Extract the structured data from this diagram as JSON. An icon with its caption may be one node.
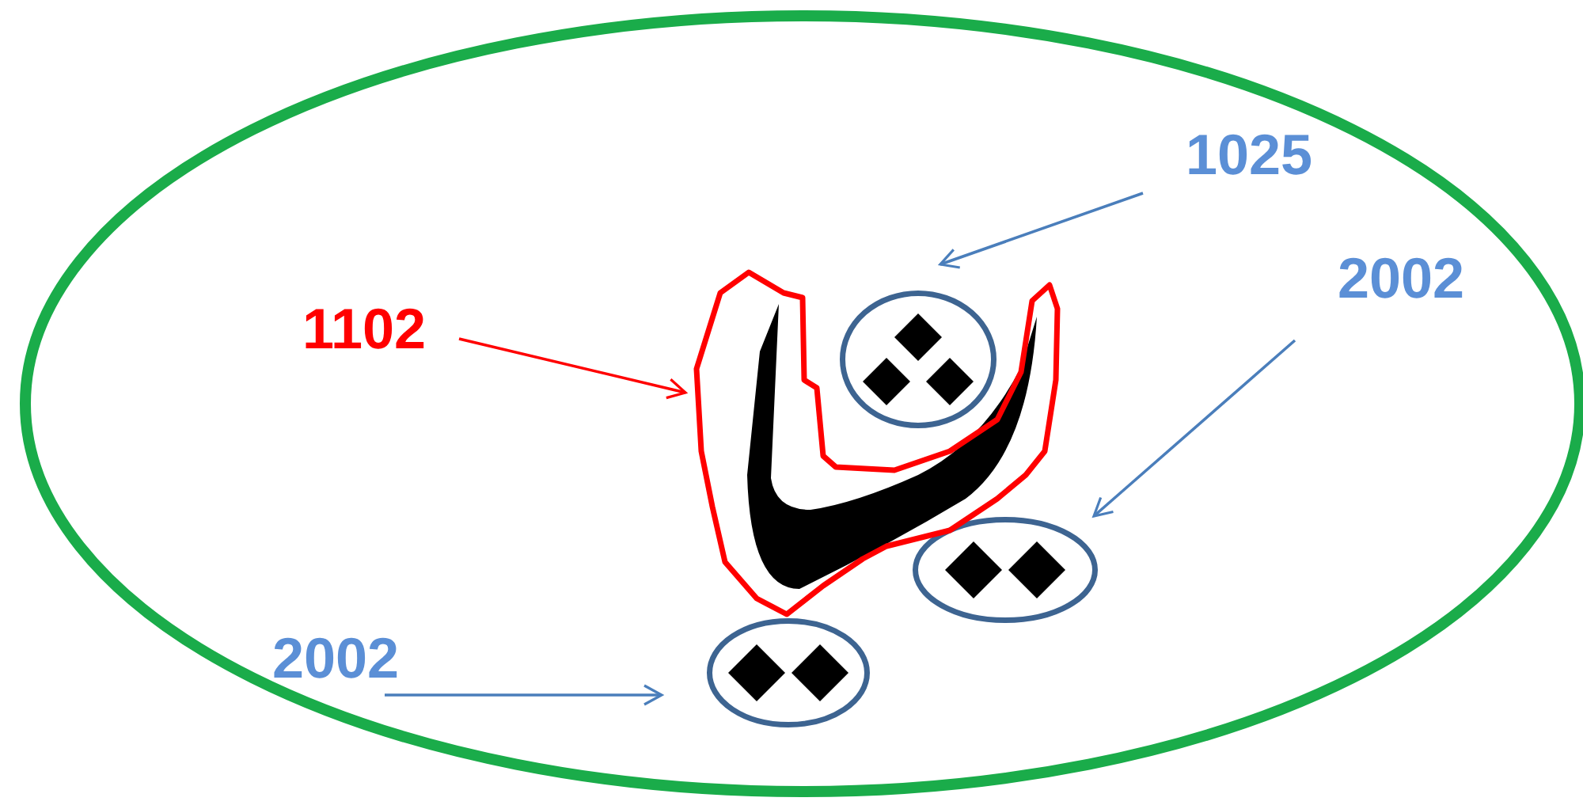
{
  "diagram": {
    "nodes": [
      {
        "text": [],
        "shape": "ellipse"
      },
      {
        "text": [
          "1025"
        ],
        "in": 0
      },
      {
        "text": [],
        "shape": "ellipse",
        "in": 0
      },
      {
        "text": [
          "2002"
        ],
        "in": 0
      },
      {
        "text": [],
        "shape": "ellipse",
        "in": 0
      },
      {
        "text": [
          "1102"
        ],
        "in": 0
      },
      {
        "text": [],
        "shape": "outline",
        "in": 0
      },
      {
        "text": [
          "2002"
        ],
        "in": 0
      },
      {
        "text": [],
        "shape": "ellipse",
        "in": 0
      }
    ],
    "edges": [
      {
        "from": 1,
        "to": 2,
        "arrow": "to"
      },
      {
        "from": 3,
        "to": 4,
        "arrow": "to"
      },
      {
        "from": 5,
        "to": 6,
        "arrow": "to",
        "color": "#ff0000"
      },
      {
        "from": 7,
        "to": 8,
        "arrow": "to"
      }
    ]
  }
}
